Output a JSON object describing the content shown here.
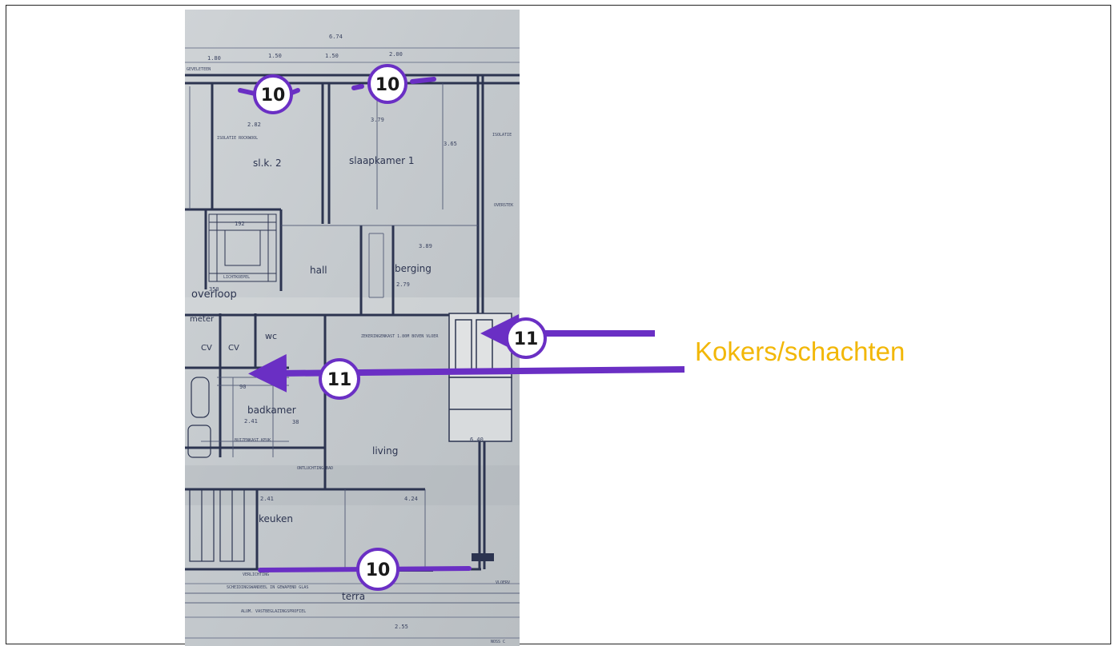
{
  "rooms": {
    "slk2": "sl.k. 2",
    "slaapkamer1": "slaapkamer 1",
    "hall": "hall",
    "berging": "berging",
    "overloop": "overloop",
    "meter": "meter",
    "wc": "wc",
    "cv": "CV",
    "badkamer": "badkamer",
    "living": "living",
    "keuken": "keuken",
    "terras": "terra"
  },
  "dimensions": {
    "top": "6.74",
    "d1": "1.80",
    "d2": "1.50",
    "d3": "1.50",
    "d4": "2.00",
    "slk2_w": "2.82",
    "slk1_w": "3.79",
    "h365": "3.65",
    "d192": "192",
    "d389": "3.89",
    "d279": "2.79",
    "d350": "350",
    "d90": "90",
    "d241": "2.41",
    "d38": "38",
    "living_w": "4.24",
    "living_h": "6.40",
    "keuken_w": "2.41",
    "bottom": "2.55"
  },
  "notes": {
    "geveleteen": "GEVELETEEN",
    "isolatie": "ISOLATIE ROCKWOOL",
    "isolatie_r": "ISOLATIE",
    "lichtkoepel": "LICHTKOEPEL",
    "zuiderkast": "ZEKERINGENKAST 1.80M BOVEN VLOER",
    "keukenkast": "BUIZENKAST KEUK",
    "ontluchting": "ONTLUCHTING BAD",
    "overstek": "OVERSTEK",
    "verlichting": "VERLICHTING",
    "scheidingswand": "SCHEIDINGSWANDEEL IN GEWAPEND GLAS",
    "aluminium": "ALUM. VASTBEGLAZINGSPROFIEL",
    "vloer": "VLOERV",
    "noss": "NOSS C"
  },
  "callouts": {
    "badge_10a": "10",
    "badge_10b": "10",
    "badge_10c": "10",
    "badge_11a": "11",
    "badge_11b": "11",
    "label": "Kokers/schachten"
  },
  "colors": {
    "arrow": "#6a2fc4",
    "badge_fill": "#ffffff",
    "label": "#f2b707",
    "paper": "#c9cdd0",
    "ink": "#2c3450"
  }
}
